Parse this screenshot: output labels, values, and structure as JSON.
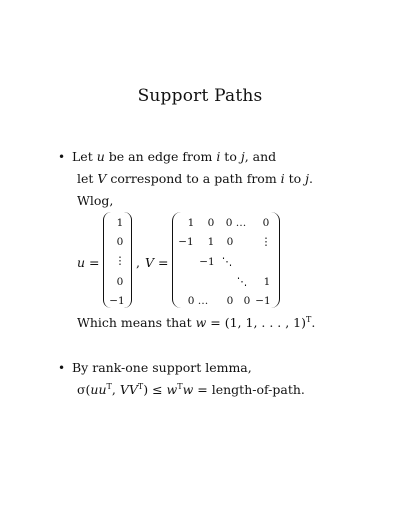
{
  "slide": {
    "title": "Support Paths",
    "bullet_symbol": "•",
    "bullet1": {
      "line1": {
        "a": "Let ",
        "u": "u",
        "b": " be an edge from ",
        "i": "i",
        "c": " to ",
        "j": "j",
        "d": ", and"
      },
      "line2": {
        "a": "let ",
        "V": "V",
        "b": " correspond to a path from ",
        "i": "i",
        "c": " to ",
        "j": "j",
        "d": "."
      },
      "wlog": "Wlog,",
      "u_label": "u =",
      "sep": ", ",
      "V_label": "V =",
      "u_vector": [
        "1",
        "0",
        "⋮",
        "0",
        "−1"
      ],
      "V_matrix": {
        "row1": [
          "1",
          "0",
          "0 …",
          "0"
        ],
        "row2": [
          "−1",
          "1",
          "0",
          "⋮"
        ],
        "row3": [
          "−1",
          "⋱"
        ],
        "row4": [
          "⋱",
          "1"
        ],
        "row5": [
          "0 …",
          "0",
          "0",
          "−1"
        ]
      },
      "means": {
        "a": "Which means that ",
        "w": "w",
        "b": " = (1, 1, . . . , 1)",
        "T": "T",
        "c": "."
      }
    },
    "bullet2": {
      "line1": "By rank-one support lemma,",
      "formula": {
        "sigma": "σ(",
        "uu": "uu",
        "T1": "T",
        "comma": ", ",
        "VV": "VV",
        "T2": "T",
        "close": ") ≤ ",
        "w1": "w",
        "T3": "T",
        "w2": "w",
        "tail": " = length-of-path."
      }
    }
  }
}
